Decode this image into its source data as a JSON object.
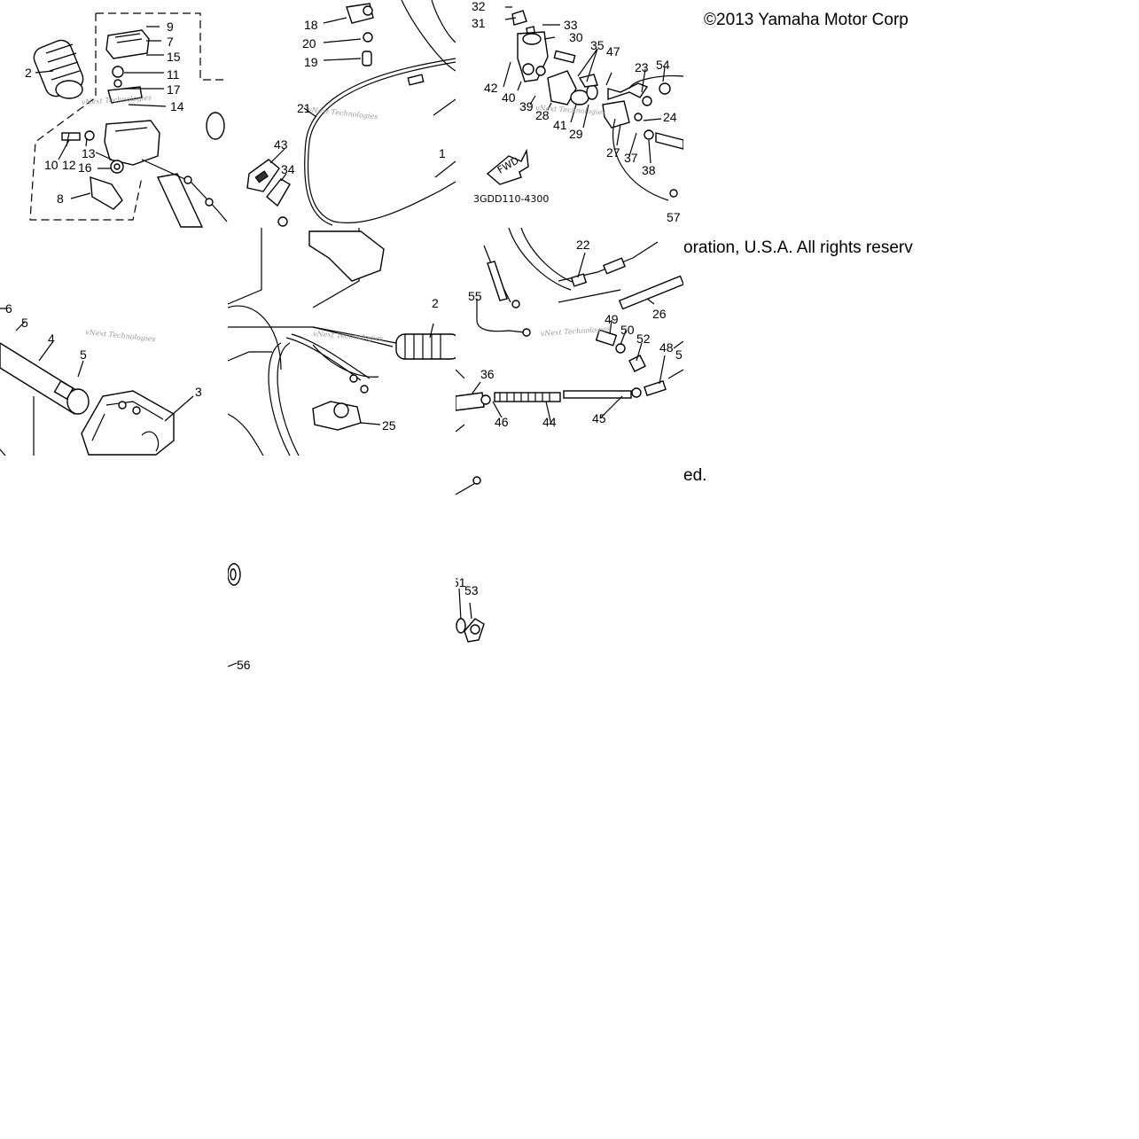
{
  "copyright": {
    "line1": "©2013 Yamaha Motor Corp",
    "line2": "oration, U.S.A. All rights reserv",
    "line3": "ed."
  },
  "diagram_code": "3GDD110-4300",
  "direction_label": "FWD",
  "watermark": "vNext Technologies",
  "callouts": {
    "tile_a": [
      "9",
      "7",
      "15",
      "2",
      "11",
      "17",
      "14",
      "10",
      "12",
      "13",
      "16",
      "8"
    ],
    "tile_b": [
      "18",
      "20",
      "19",
      "21",
      "43",
      "34",
      "1"
    ],
    "tile_c": [
      "32",
      "31",
      "33",
      "30",
      "35",
      "47",
      "23",
      "54",
      "42",
      "40",
      "39",
      "28",
      "41",
      "29",
      "27",
      "37",
      "38",
      "24",
      "57"
    ],
    "tile_e": [
      "6",
      "5",
      "4",
      "5",
      "3"
    ],
    "tile_f": [
      "2",
      "25"
    ],
    "tile_g": [
      "22",
      "26",
      "55",
      "49",
      "50",
      "52",
      "48",
      "5",
      "36",
      "46",
      "44",
      "45"
    ],
    "tile_h": [
      "56"
    ],
    "tile_i": [
      "51",
      "53"
    ]
  }
}
